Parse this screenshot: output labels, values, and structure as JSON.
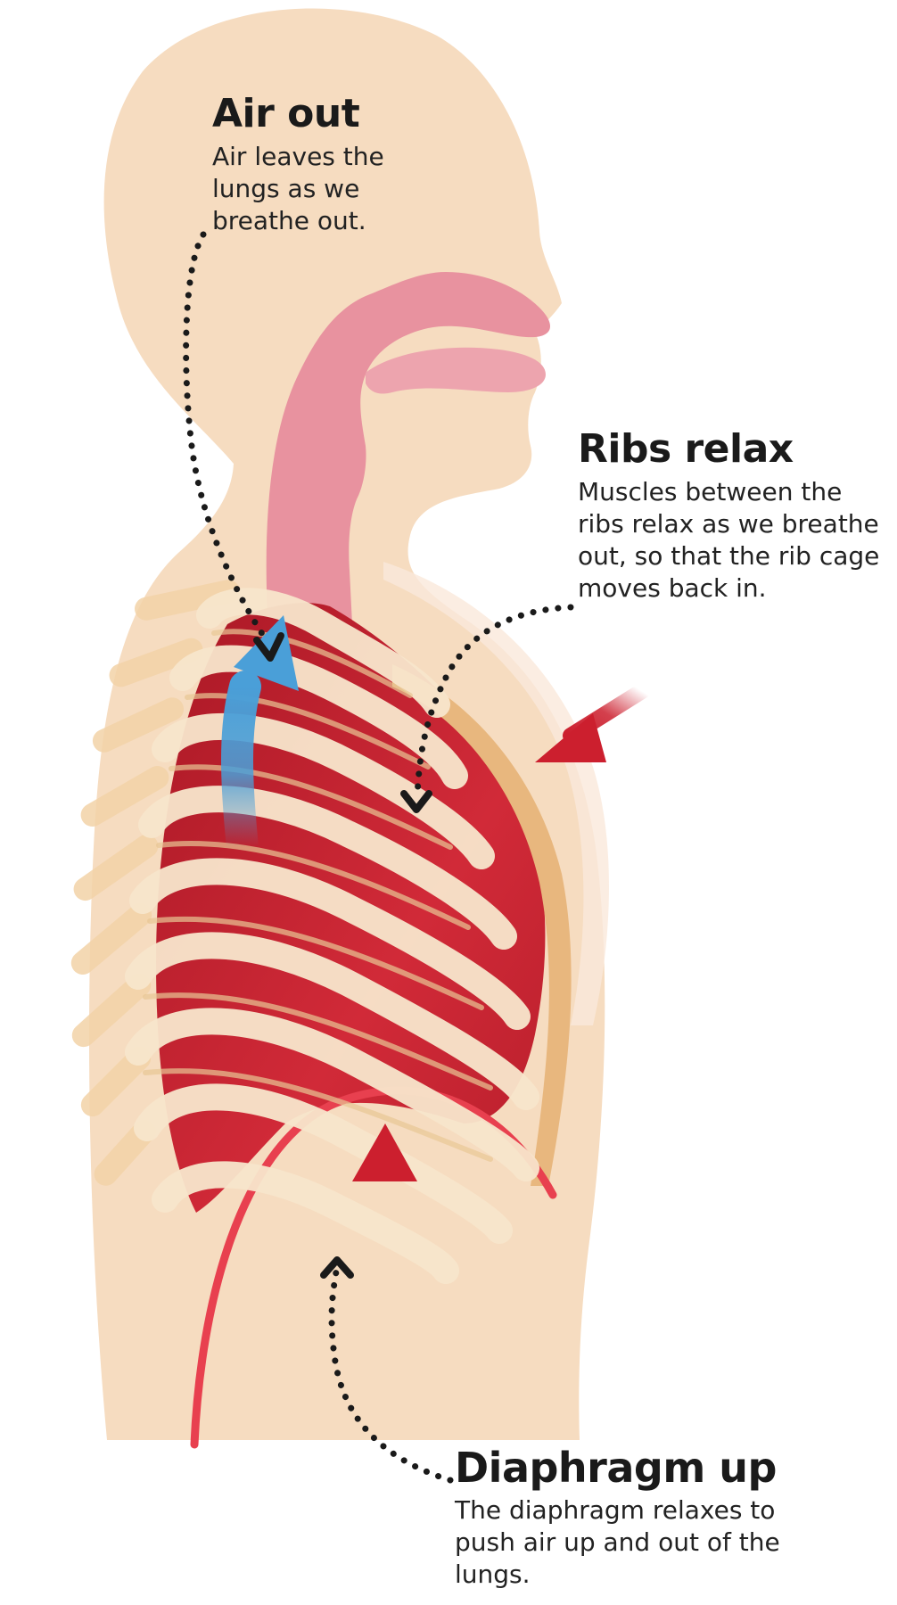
{
  "labels": {
    "air_out": {
      "title": "Air out",
      "text": "Air leaves the lungs as we breathe out."
    },
    "ribs_relax": {
      "title": "Ribs relax",
      "text": "Muscles between the ribs relax as we breathe out, so that the rib cage moves back in."
    },
    "diaphragm_up": {
      "title": "Diaphragm up",
      "text": "The diaphragm relaxes to push air up and out of the lungs."
    }
  },
  "colors": {
    "skin": "#f6dcc0",
    "airway": "#e8929f",
    "lung": "#c0202e",
    "rib": "#f8e6cc",
    "rib_shadow": "#e8b77e",
    "air_arrow": "#4a9fd8",
    "force_arrow": "#cc1f2e",
    "diaphragm": "#e8404f",
    "dots": "#1a1a1a"
  }
}
